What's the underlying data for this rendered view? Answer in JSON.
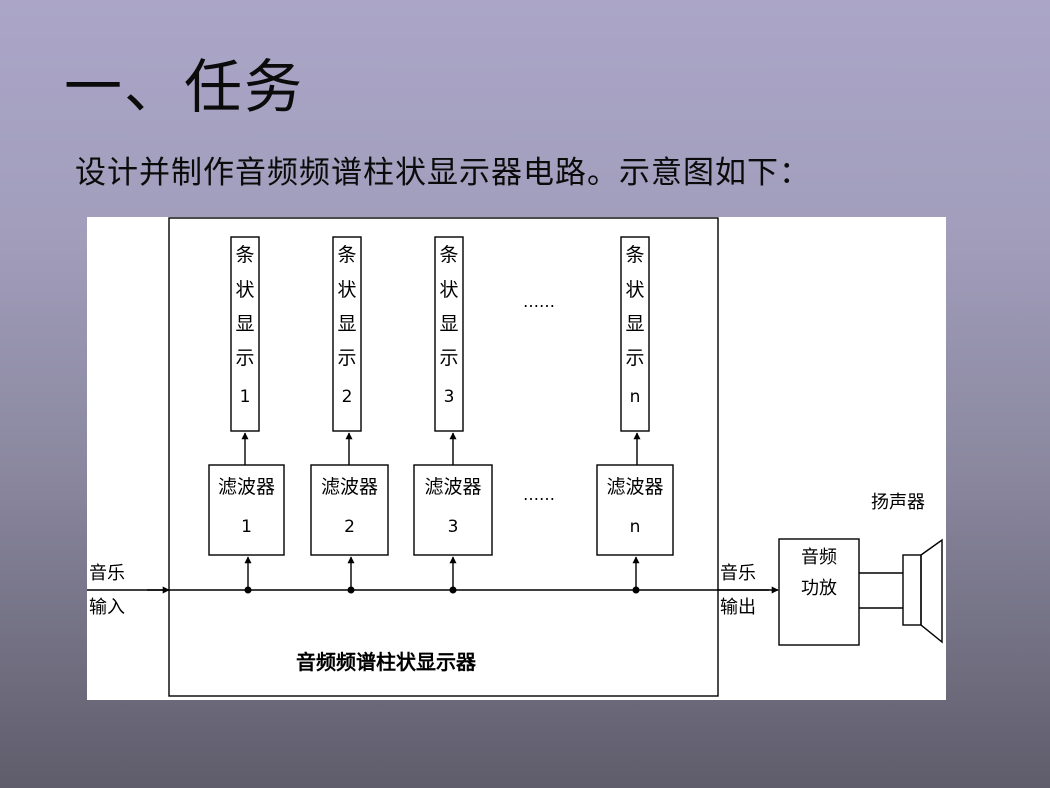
{
  "slide": {
    "title": "一、任务",
    "text": "设计并制作音频频谱柱状显示器电路。示意图如下："
  },
  "diagram": {
    "displays": [
      {
        "chars": [
          "条",
          "状",
          "显",
          "示"
        ],
        "index": "1"
      },
      {
        "chars": [
          "条",
          "状",
          "显",
          "示"
        ],
        "index": "2"
      },
      {
        "chars": [
          "条",
          "状",
          "显",
          "示"
        ],
        "index": "3"
      },
      {
        "chars": [
          "条",
          "状",
          "显",
          "示"
        ],
        "index": "n"
      }
    ],
    "filters": [
      {
        "label": "滤波器",
        "index": "1"
      },
      {
        "label": "滤波器",
        "index": "2"
      },
      {
        "label": "滤波器",
        "index": "3"
      },
      {
        "label": "滤波器",
        "index": "n"
      }
    ],
    "ellipsis": "……",
    "input_label": [
      "音乐",
      "输入"
    ],
    "output_label": [
      "音乐",
      "输出"
    ],
    "amp_label": [
      "音频",
      "功放"
    ],
    "speaker_label": "扬声器",
    "main_label": "音频频谱柱状显示器"
  }
}
